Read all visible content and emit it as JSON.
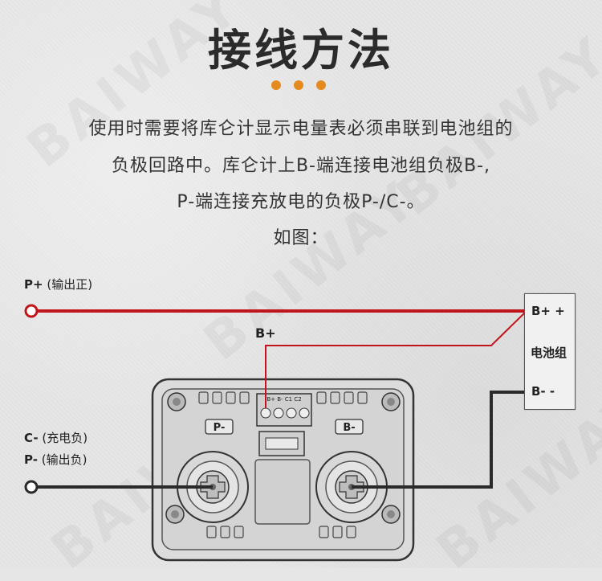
{
  "title": "接线方法",
  "description": [
    "使用时需要将库仑计显示电量表必须串联到电池组的",
    "负极回路中。库仑计上B-端连接电池组负极B-,",
    "P-端连接充放电的负极P-/C-。",
    "如图："
  ],
  "watermark": "BAIWAY",
  "labels": {
    "p_plus": "P+",
    "p_plus_note": "(输出正)",
    "b_plus_wire": "B+",
    "c_minus": "C-",
    "c_minus_note": "(充电负)",
    "p_minus": "P-",
    "p_minus_note": "(输出负)"
  },
  "battery": {
    "b_plus": "B+ +",
    "name": "电池组",
    "b_minus": "B- -"
  },
  "meter": {
    "left_badge": "P-",
    "right_badge": "B-",
    "terminal_labels": "B+ B- C1 C2"
  },
  "colors": {
    "red_wire": "#c0161b",
    "black_wire": "#2a2a2a",
    "accent_dots": "#e58a1f"
  }
}
